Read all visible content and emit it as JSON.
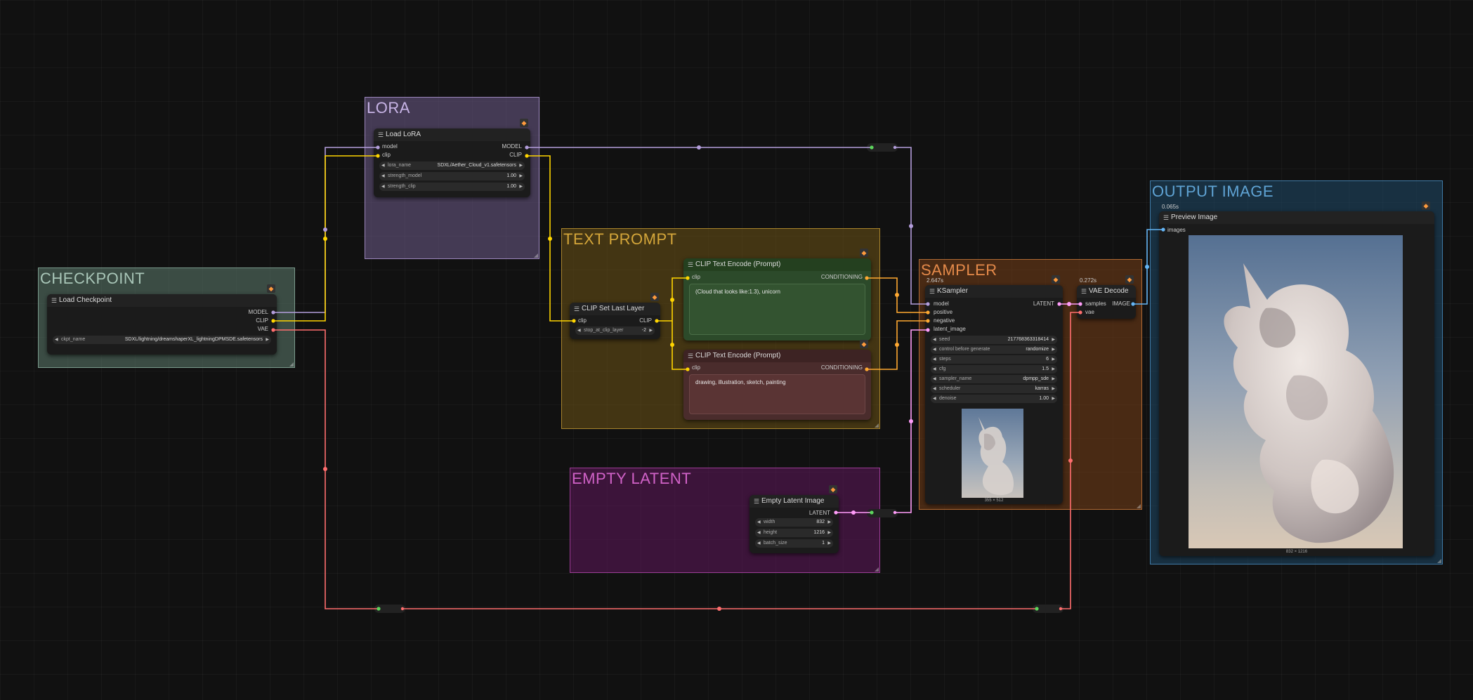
{
  "groups": {
    "checkpoint": "CHECKPOINT",
    "lora": "LORA",
    "text_prompt": "TEXT PROMPT",
    "sampler": "SAMPLER",
    "output_image": "OUTPUT IMAGE",
    "empty_latent": "EMPTY LATENT"
  },
  "badge_icon": "fox-icon",
  "colors": {
    "model": "#b39ddb",
    "clip": "#ffd500",
    "vae": "#ff6e6e",
    "conditioning": "#ffa931",
    "latent": "#ff9cf9",
    "image": "#64b5f6"
  },
  "load_checkpoint": {
    "title": "Load Checkpoint",
    "outputs": [
      "MODEL",
      "CLIP",
      "VAE"
    ],
    "ckpt_label": "ckpt_name",
    "ckpt_value": "SDXL/lightning/dreamshaperXL_lightningDPMSDE.safetensors"
  },
  "load_lora": {
    "title": "Load LoRA",
    "in_model": "model",
    "in_clip": "clip",
    "out_model": "MODEL",
    "out_clip": "CLIP",
    "widgets": [
      {
        "label": "lora_name",
        "value": "SDXL/Aether_Cloud_v1.safetensors"
      },
      {
        "label": "strength_model",
        "value": "1.00"
      },
      {
        "label": "strength_clip",
        "value": "1.00"
      }
    ]
  },
  "clip_set_last_layer": {
    "title": "CLIP Set Last Layer",
    "in_clip": "clip",
    "out_clip": "CLIP",
    "widget_label": "stop_at_clip_layer",
    "widget_value": "-2"
  },
  "clip_text_positive": {
    "title": "CLIP Text Encode (Prompt)",
    "in_clip": "clip",
    "out": "CONDITIONING",
    "text": "(Cloud that looks like:1.3), unicorn"
  },
  "clip_text_negative": {
    "title": "CLIP Text Encode (Prompt)",
    "in_clip": "clip",
    "out": "CONDITIONING",
    "text": "drawing, illustration, sketch, painting"
  },
  "ksampler": {
    "title": "KSampler",
    "timing": "2.647s",
    "inputs": [
      "model",
      "positive",
      "negative",
      "latent_image"
    ],
    "output": "LATENT",
    "widgets": [
      {
        "label": "seed",
        "value": "217768363318414"
      },
      {
        "label": "control before generate",
        "value": "randomize"
      },
      {
        "label": "steps",
        "value": "6"
      },
      {
        "label": "cfg",
        "value": "1.5"
      },
      {
        "label": "sampler_name",
        "value": "dpmpp_sde"
      },
      {
        "label": "scheduler",
        "value": "karras"
      },
      {
        "label": "denoise",
        "value": "1.00"
      }
    ],
    "preview_size": "355 × 512"
  },
  "vae_decode": {
    "title": "VAE Decode",
    "timing": "0.272s",
    "in_samples": "samples",
    "in_vae": "vae",
    "out": "IMAGE"
  },
  "preview_image": {
    "title": "Preview Image",
    "timing": "0.065s",
    "in_images": "images",
    "size": "832 × 1216"
  },
  "empty_latent": {
    "title": "Empty Latent Image",
    "out": "LATENT",
    "widgets": [
      {
        "label": "width",
        "value": "832"
      },
      {
        "label": "height",
        "value": "1216"
      },
      {
        "label": "batch_size",
        "value": "1"
      }
    ]
  }
}
